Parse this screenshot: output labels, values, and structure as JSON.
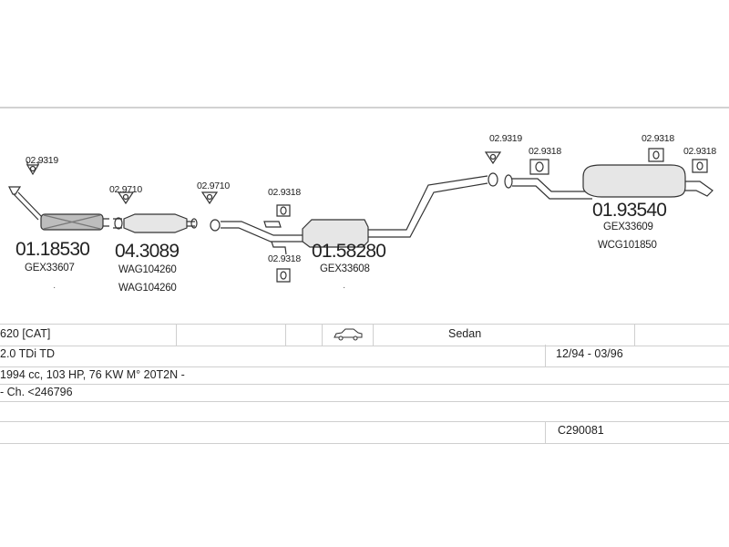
{
  "diagram": {
    "components": [
      {
        "id": "p1",
        "bracket": "02.9319",
        "part_number": "01.18530",
        "codes": [
          "GEX33607"
        ]
      },
      {
        "id": "p2",
        "bracket": "02.9710",
        "part_number": "04.3089",
        "codes": [
          "WAG104260",
          "WAG104260"
        ]
      },
      {
        "id": "p3",
        "bracket": "02.9710",
        "part_number": "",
        "codes": []
      },
      {
        "id": "p4",
        "bracket": "02.9318",
        "bracket_lower": "02.9318",
        "part_number": "01.58280",
        "codes": [
          "GEX33608"
        ]
      },
      {
        "id": "p5",
        "brackets": [
          "02.9319",
          "02.9318"
        ],
        "part_number": "",
        "codes": []
      },
      {
        "id": "p6",
        "brackets": [
          "02.9318",
          "02.9318"
        ],
        "part_number": "01.93540",
        "codes": [
          "GEX33609",
          "WCG101850"
        ]
      }
    ]
  },
  "vehicle": {
    "model": "620  [CAT]",
    "body_type": "Sedan",
    "body_icon": "sedan-car-icon",
    "engine": "2.0 TDi TD",
    "production": "12/94 - 03/96",
    "specs": "1994 cc, 103 HP, 76 KW M° 20T2N -",
    "chassis": "- Ch. <246796",
    "extra": "",
    "catalog_code": "C290081"
  }
}
